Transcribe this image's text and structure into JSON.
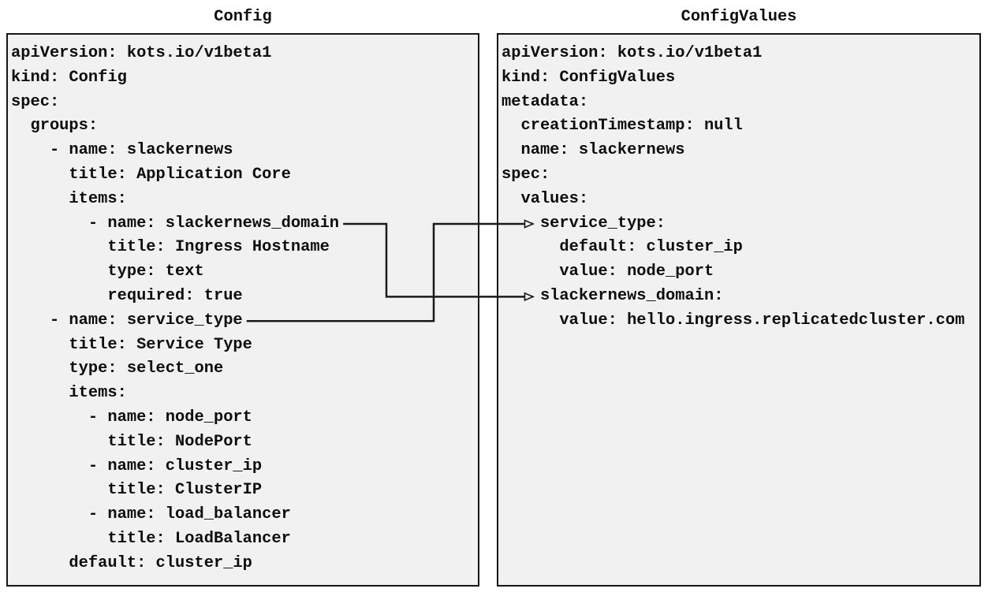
{
  "diagram": {
    "left_panel": {
      "title": "Config",
      "lines": [
        "apiVersion: kots.io/v1beta1",
        "kind: Config",
        "spec:",
        "  groups:",
        "    - name: slackernews",
        "      title: Application Core",
        "      items:",
        "        - name: slackernews_domain",
        "          title: Ingress Hostname",
        "          type: text",
        "          required: true",
        "    - name: service_type",
        "      title: Service Type",
        "      type: select_one",
        "      items:",
        "        - name: node_port",
        "          title: NodePort",
        "        - name: cluster_ip",
        "          title: ClusterIP",
        "        - name: load_balancer",
        "          title: LoadBalancer",
        "      default: cluster_ip"
      ]
    },
    "right_panel": {
      "title": "ConfigValues",
      "lines": [
        "apiVersion: kots.io/v1beta1",
        "kind: ConfigValues",
        "metadata:",
        "  creationTimestamp: null",
        "  name: slackernews",
        "spec:",
        "  values:",
        "    service_type:",
        "      default: cluster_ip",
        "      value: node_port",
        "    slackernews_domain:",
        "      value: hello.ingress.replicatedcluster.com"
      ]
    },
    "connections": [
      {
        "from_label": "slackernews_domain",
        "to_label": "slackernews_domain:",
        "from_line": 7,
        "to_line": 10
      },
      {
        "from_label": "service_type",
        "to_label": "service_type:",
        "from_line": 11,
        "to_line": 7
      }
    ],
    "colors": {
      "panel_bg": "#f1f1f1",
      "panel_border": "#161616",
      "text": "#0d0d0d",
      "arrow": "#1a1a1a",
      "page_bg": "#ffffff"
    }
  }
}
